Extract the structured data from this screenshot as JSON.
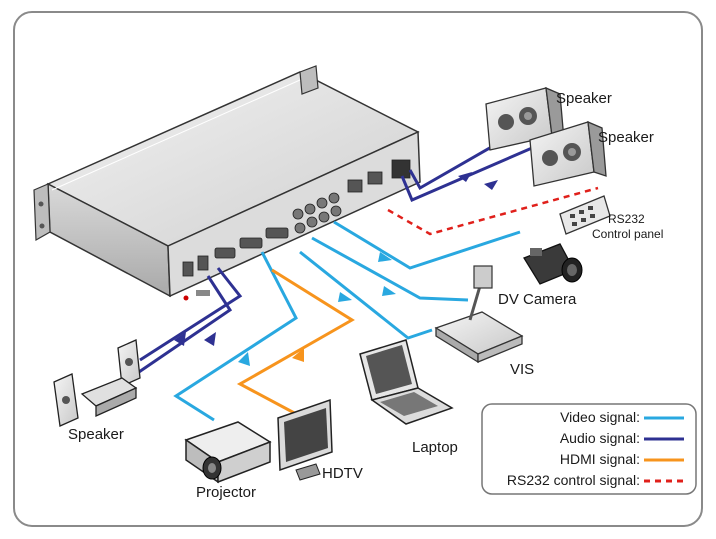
{
  "devices": {
    "speaker_right_1": "Speaker",
    "speaker_right_2": "Speaker",
    "rs232_panel_line1": "RS232",
    "rs232_panel_line2": "Control panel",
    "dv_camera": "DV Camera",
    "vis": "VIS",
    "laptop": "Laptop",
    "hdtv": "HDTV",
    "projector": "Projector",
    "speaker_left": "Speaker"
  },
  "legend": {
    "items": [
      {
        "label": "Video signal:",
        "color": "#29a8e0",
        "style": "solid"
      },
      {
        "label": "Audio signal:",
        "color": "#2e3192",
        "style": "solid"
      },
      {
        "label": "HDMI signal:",
        "color": "#f7941d",
        "style": "solid"
      },
      {
        "label": "RS232 control signal:",
        "color": "#e0201b",
        "style": "dashed"
      }
    ]
  },
  "colors": {
    "video": "#29a8e0",
    "audio": "#2e3192",
    "hdmi": "#f7941d",
    "rs232": "#e0201b",
    "frame": "#8a8a8a"
  }
}
